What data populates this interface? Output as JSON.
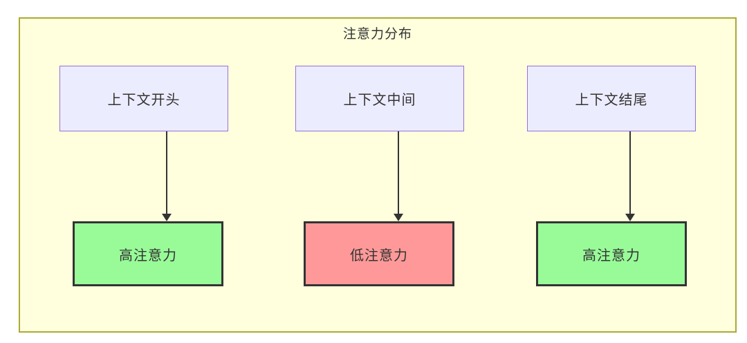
{
  "diagram": {
    "title": "注意力分布",
    "columns": [
      {
        "source": "上下文开头",
        "target": "高注意力",
        "level": "high"
      },
      {
        "source": "上下文中间",
        "target": "低注意力",
        "level": "low"
      },
      {
        "source": "上下文结尾",
        "target": "高注意力",
        "level": "high"
      }
    ],
    "colors": {
      "canvas_bg": "#ffffff",
      "cluster_bg": "#ffffde",
      "cluster_border": "#aaaa33",
      "source_node_bg": "#ECECFF",
      "source_node_border": "#9370DB",
      "high_attention_bg": "#98FB98",
      "low_attention_bg": "#FF9999",
      "target_node_border": "#333333",
      "edge": "#333333",
      "text": "#333333"
    }
  }
}
